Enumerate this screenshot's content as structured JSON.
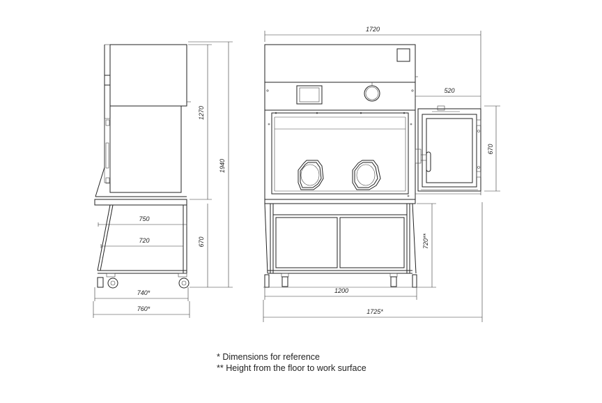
{
  "dimensions": {
    "total_width": "1720",
    "side_door_width": "520",
    "side_door_height": "670",
    "upper_height": "1270",
    "total_height": "1940",
    "stand_height_side": "670",
    "work_surface_height": "720**",
    "depth_750": "750",
    "depth_720": "720",
    "depth_740": "740*",
    "depth_760": "760*",
    "stand_width": "1200",
    "overall_width": "1725*"
  },
  "notes": {
    "line1": "* Dimensions for reference",
    "line2": "** Height from the floor to work surface"
  }
}
